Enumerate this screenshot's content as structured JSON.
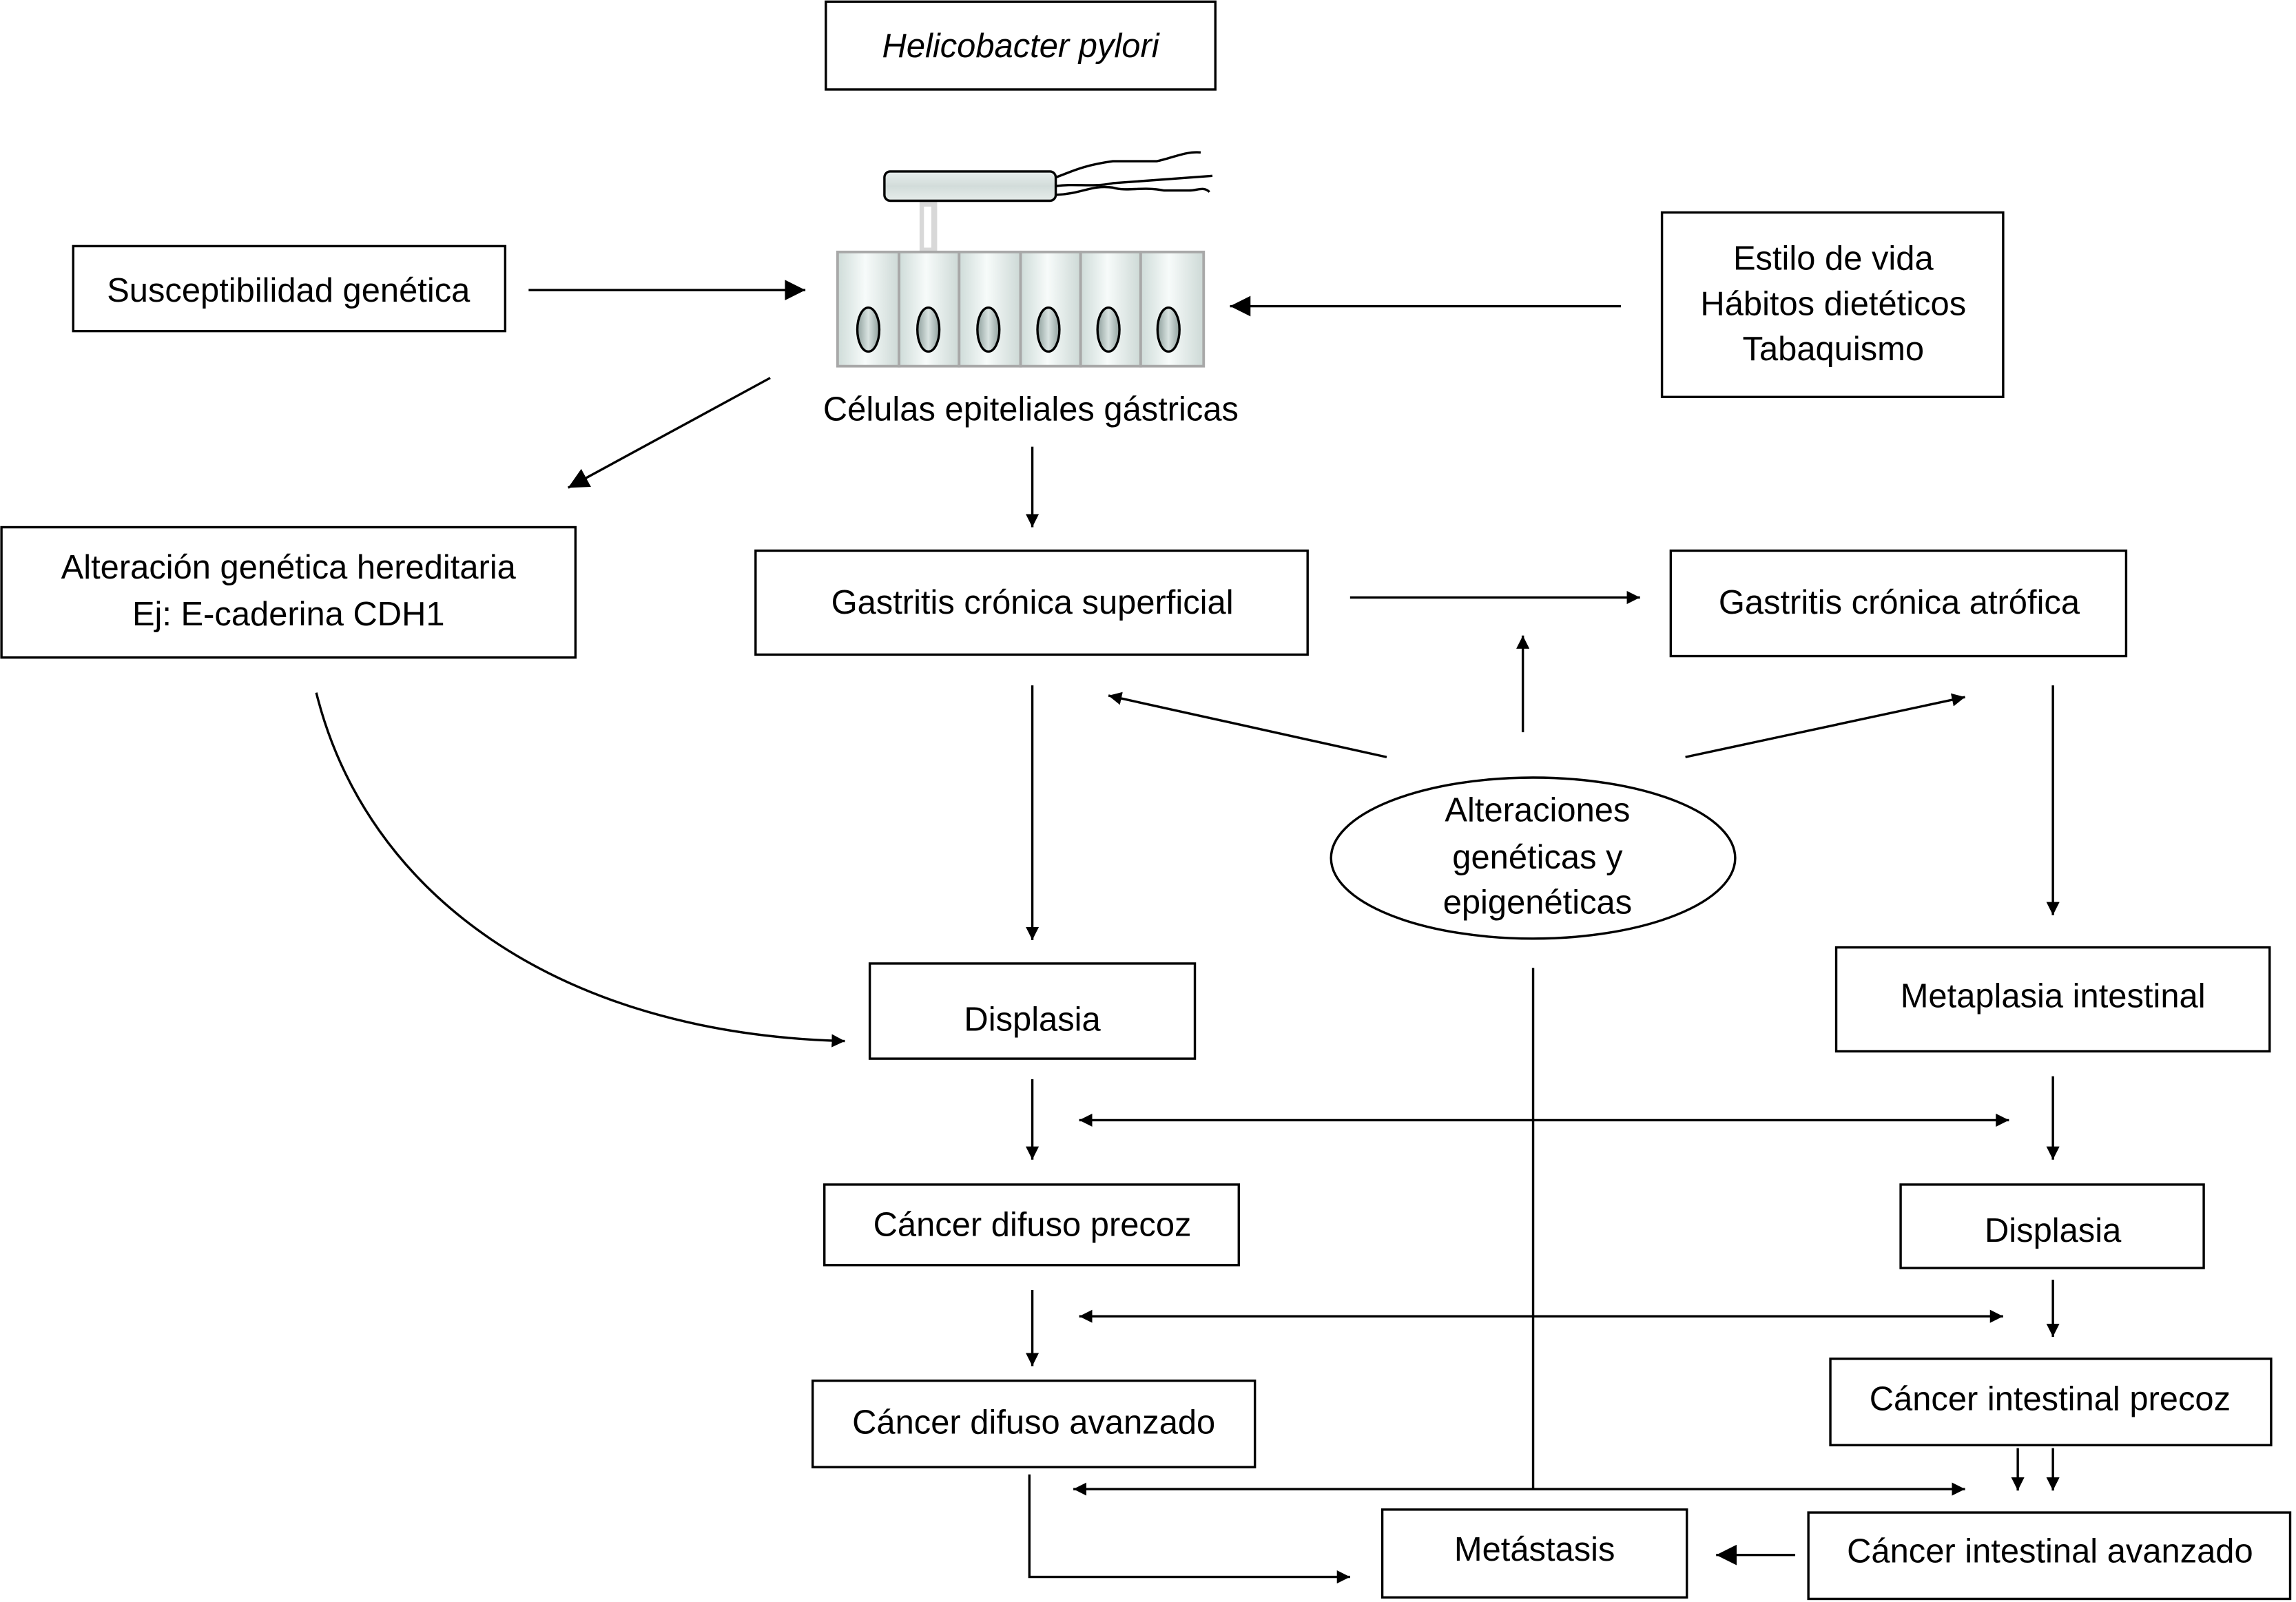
{
  "diagram": {
    "colors": {
      "line": "#000000",
      "background": "#ffffff",
      "cell_border": "#a8a8a8",
      "cell_fill": "#dde6e4"
    },
    "nodes": {
      "hpylori": {
        "label": "Helicobacter pylori"
      },
      "epithelial_cells": {
        "label": "Células epiteliales gástricas"
      },
      "susceptibility": {
        "label": "Susceptibilidad genética"
      },
      "lifestyle": {
        "lines": [
          "Estilo de vida",
          "Hábitos dietéticos",
          "Tabaquismo"
        ]
      },
      "hereditary": {
        "lines": [
          "Alteración genética hereditaria",
          "Ej: E-caderina CDH1"
        ]
      },
      "superficial_gastritis": {
        "label": "Gastritis crónica superficial"
      },
      "atrophic_gastritis": {
        "label": "Gastritis crónica atrófica"
      },
      "alterations": {
        "lines": [
          "Alteraciones",
          "genéticas y",
          "epigenéticas"
        ]
      },
      "dysplasia_left": {
        "label": "Displasia"
      },
      "intestinal_metaplasia": {
        "label": "Metaplasia intestinal"
      },
      "early_diffuse_cancer": {
        "label": "Cáncer difuso precoz"
      },
      "dysplasia_right": {
        "label": "Displasia"
      },
      "advanced_diffuse_cancer": {
        "label": "Cáncer difuso avanzado"
      },
      "early_intestinal_cancer": {
        "label": "Cáncer intestinal precoz"
      },
      "metastasis": {
        "label": "Metástasis"
      },
      "advanced_intestinal_cancer": {
        "label": "Cáncer intestinal avanzado"
      }
    },
    "edges": [
      {
        "from": "susceptibility",
        "to": "epithelial_cells"
      },
      {
        "from": "lifestyle",
        "to": "epithelial_cells"
      },
      {
        "from": "epithelial_cells",
        "to": "hereditary"
      },
      {
        "from": "epithelial_cells",
        "to": "superficial_gastritis"
      },
      {
        "from": "superficial_gastritis",
        "to": "atrophic_gastritis"
      },
      {
        "from": "alterations",
        "to": "superficial_gastritis"
      },
      {
        "from": "alterations",
        "to": "superficial_to_atrophic_transition"
      },
      {
        "from": "alterations",
        "to": "atrophic_gastritis"
      },
      {
        "from": "superficial_gastritis",
        "to": "dysplasia_left"
      },
      {
        "from": "atrophic_gastritis",
        "to": "intestinal_metaplasia"
      },
      {
        "from": "hereditary",
        "to": "dysplasia_left"
      },
      {
        "from": "dysplasia_left",
        "to": "early_diffuse_cancer"
      },
      {
        "from": "intestinal_metaplasia",
        "to": "dysplasia_right"
      },
      {
        "from": "alterations",
        "to": "dysplasia_transitions",
        "bidirectional": true
      },
      {
        "from": "early_diffuse_cancer",
        "to": "advanced_diffuse_cancer"
      },
      {
        "from": "dysplasia_right",
        "to": "early_intestinal_cancer"
      },
      {
        "from": "alterations",
        "to": "early_cancer_transitions",
        "bidirectional": true
      },
      {
        "from": "early_intestinal_cancer",
        "to": "advanced_intestinal_cancer",
        "double": true
      },
      {
        "from": "alterations",
        "to": "advanced_cancer_transitions",
        "bidirectional": true
      },
      {
        "from": "advanced_diffuse_cancer",
        "to": "metastasis"
      },
      {
        "from": "advanced_intestinal_cancer",
        "to": "metastasis"
      }
    ]
  }
}
